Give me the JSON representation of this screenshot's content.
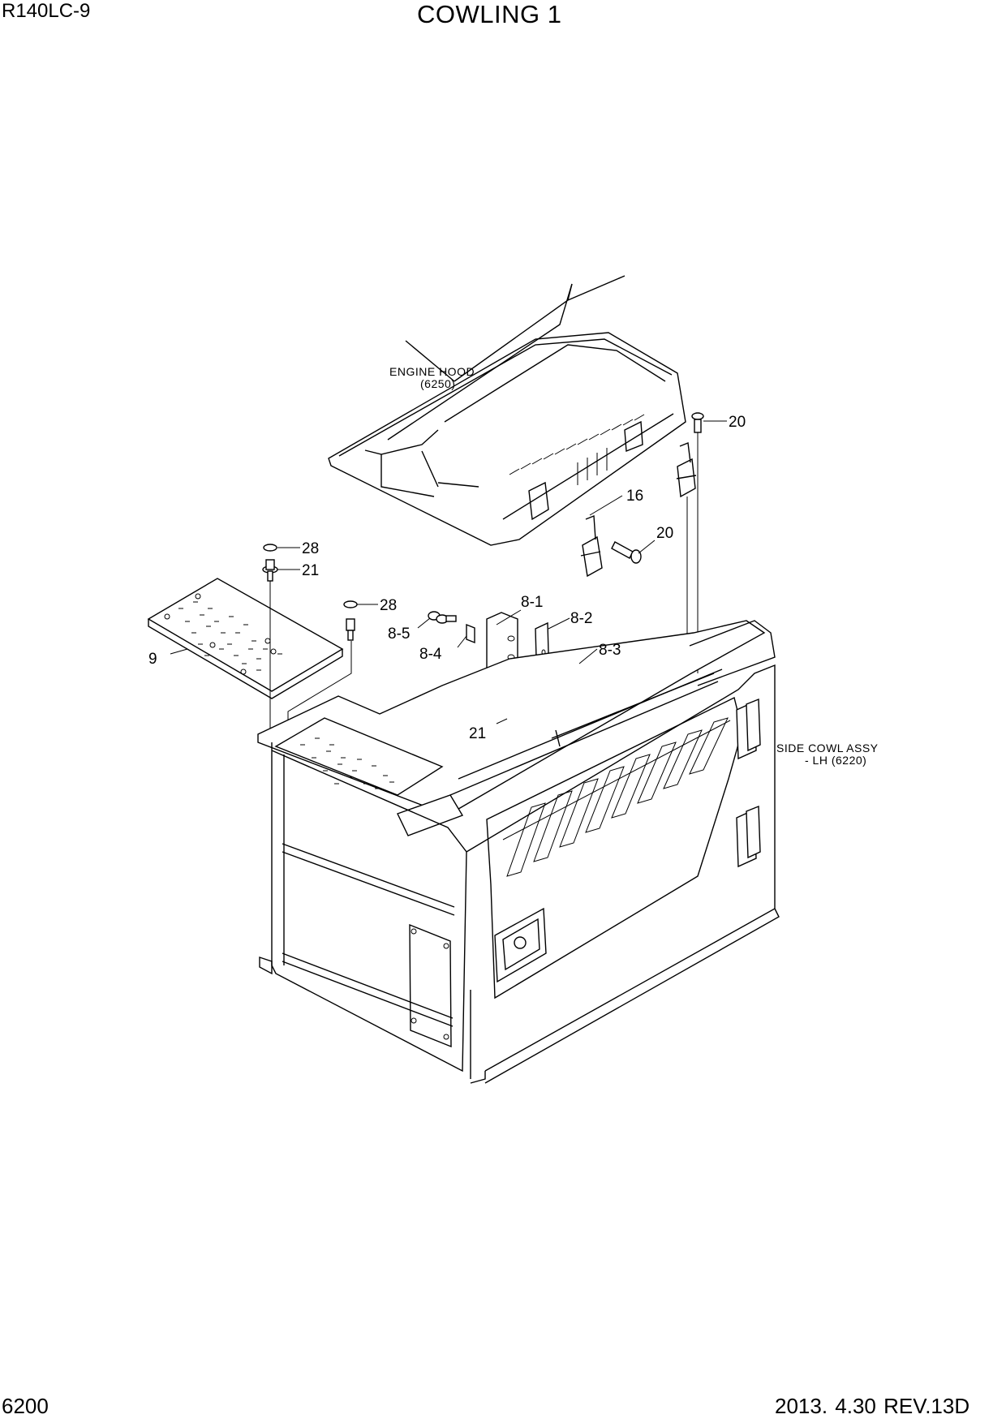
{
  "header": {
    "model": "R140LC-9",
    "title": "COWLING 1"
  },
  "footer": {
    "page_number": "6200",
    "revision": "2013. 4.30  REV.13D"
  },
  "notes": {
    "engine_hood_line1": "ENGINE HOOD",
    "engine_hood_line2": "(6250)",
    "side_cowl_line1": "SIDE COWL ASSY",
    "side_cowl_line2": "- LH (6220)"
  },
  "callouts": {
    "c20_top": "20",
    "c16": "16",
    "c20_mid": "20",
    "c28_a": "28",
    "c21_a": "21",
    "c28_b": "28",
    "c9": "9",
    "c8_1": "8-1",
    "c8_2": "8-2",
    "c8_3": "8-3",
    "c8_4": "8-4",
    "c8_5": "8-5",
    "c21_b": "21"
  }
}
